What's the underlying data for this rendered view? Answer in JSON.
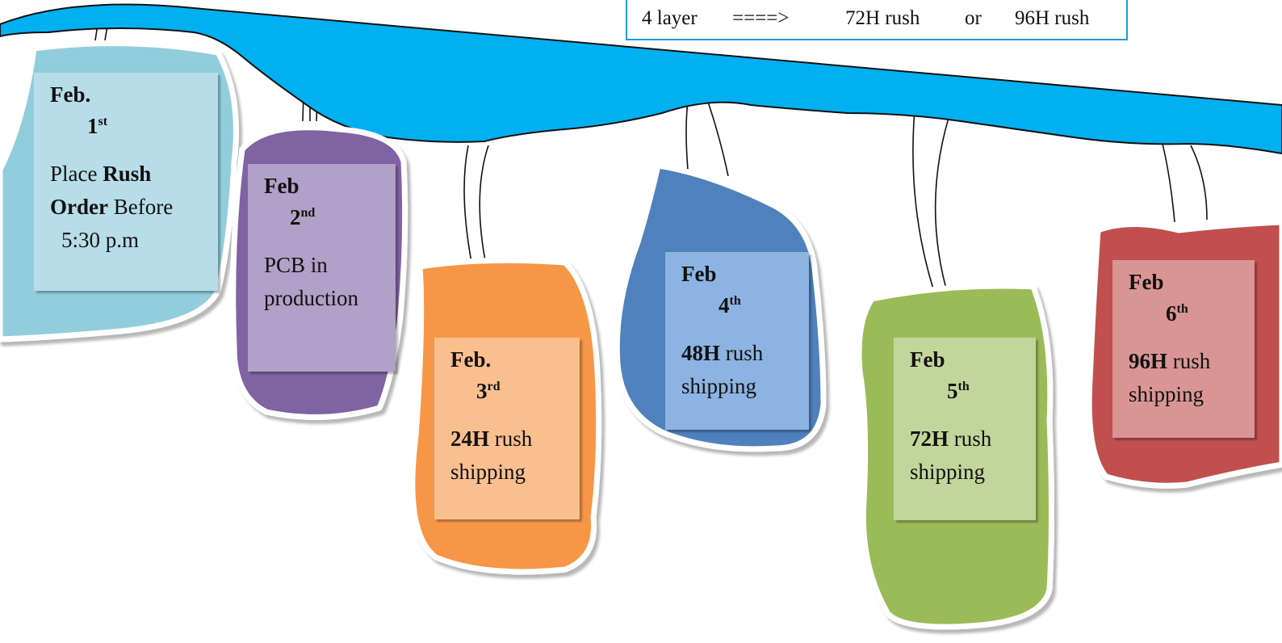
{
  "legend": {
    "layer": "4 layer",
    "arrow": "====>",
    "option_a": "72H rush",
    "separator": "or",
    "option_b": "96H rush"
  },
  "cards": [
    {
      "id": "feb1",
      "date": "Feb.",
      "day": "1",
      "suffix": "st",
      "text_plain_1": "Place",
      "text_bold_1": "Rush",
      "text_bold_2": "Order",
      "text_plain_2": "Before",
      "text_plain_3": "5:30 p.m",
      "blob_color": "#92cddc",
      "card_color": "#b7dde8"
    },
    {
      "id": "feb2",
      "date": "Feb",
      "day": "2",
      "suffix": "nd",
      "line_1": "PCB in",
      "line_2": "production",
      "blob_color": "#8064a2",
      "card_color": "#b1a0c7"
    },
    {
      "id": "feb3",
      "date": "Feb.",
      "day": "3",
      "suffix": "rd",
      "bold": "24H",
      "rest": "rush",
      "line_2": "shipping",
      "blob_color": "#f79646",
      "card_color": "#fabf8f"
    },
    {
      "id": "feb4",
      "date": "Feb",
      "day": "4",
      "suffix": "th",
      "bold": "48H",
      "rest": "rush",
      "line_2": "shipping",
      "blob_color": "#4f81bd",
      "card_color": "#8db3e2"
    },
    {
      "id": "feb5",
      "date": "Feb",
      "day": "5",
      "suffix": "th",
      "bold": "72H",
      "rest": "rush",
      "line_2": "shipping",
      "blob_color": "#9bbb59",
      "card_color": "#c2d69b"
    },
    {
      "id": "feb6",
      "date": "Feb",
      "day": "6",
      "suffix": "th",
      "bold": "96H",
      "rest": "rush",
      "line_2": "shipping",
      "blob_color": "#c0504d",
      "card_color": "#d99594"
    }
  ],
  "colors": {
    "rope": "#00b0f0",
    "legend_border": "#1f9bd8",
    "string": "#111111"
  }
}
